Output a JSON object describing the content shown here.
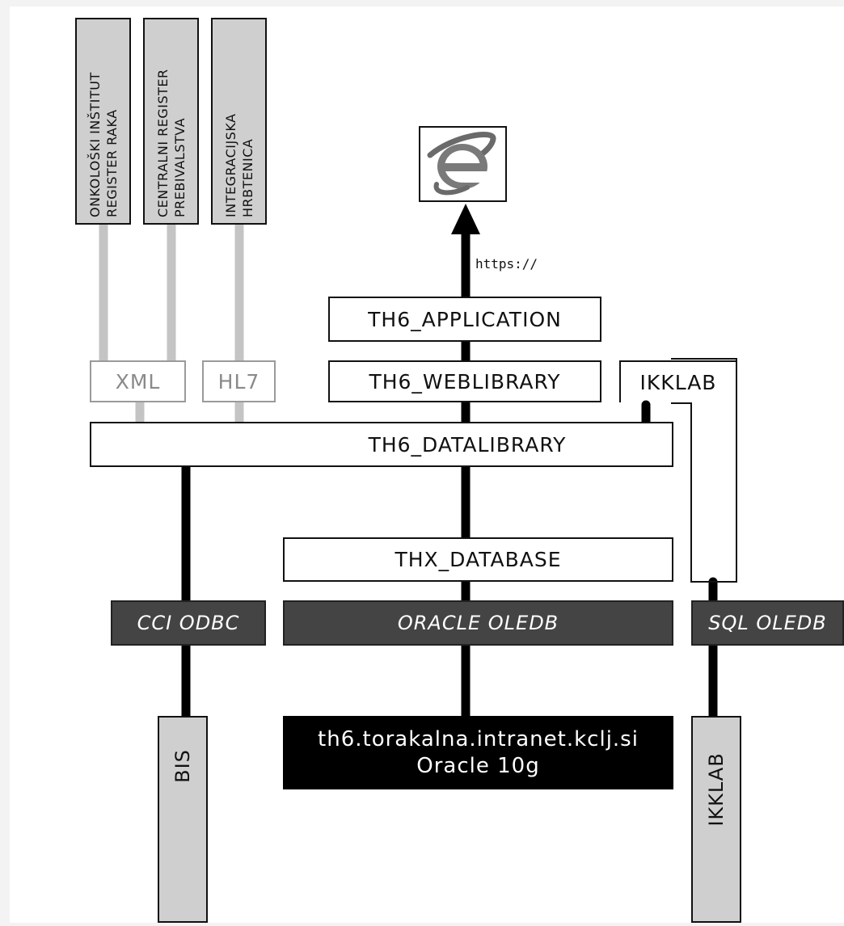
{
  "sources": [
    {
      "line1": "ONKOLOŠKI INŠTITUT",
      "line2": "REGISTER RAKA"
    },
    {
      "line1": "CENTRALNI REGISTER",
      "line2": "PREBIVALSTVA"
    },
    {
      "line1": "INTEGRACIJSKA",
      "line2": "HRBTENICA"
    }
  ],
  "formats": {
    "xml": "XML",
    "hl7": "HL7"
  },
  "protocol": "https://",
  "browser_icon": "internet-explorer-icon",
  "layers": {
    "application": "TH6_APPLICATION",
    "weblibrary": "TH6_WEBLIBRARY",
    "ikklab_box": "IKKLAB",
    "datalibrary": "TH6_DATALIBRARY",
    "database": "THX_DATABASE"
  },
  "drivers": {
    "cci": "CCI ODBC",
    "oracle": "ORACLE OLEDB",
    "sql": "SQL OLEDB"
  },
  "server": {
    "host": "th6.torakalna.intranet.kclj.si",
    "product": "Oracle 10g"
  },
  "targets": {
    "bis": "BIS",
    "ikklab": "IKKLAB"
  },
  "colors": {
    "gray_connector": "#c4c4c4",
    "black_connector": "#000000",
    "dark_box": "#444444",
    "source_fill": "#cfcfcf"
  }
}
